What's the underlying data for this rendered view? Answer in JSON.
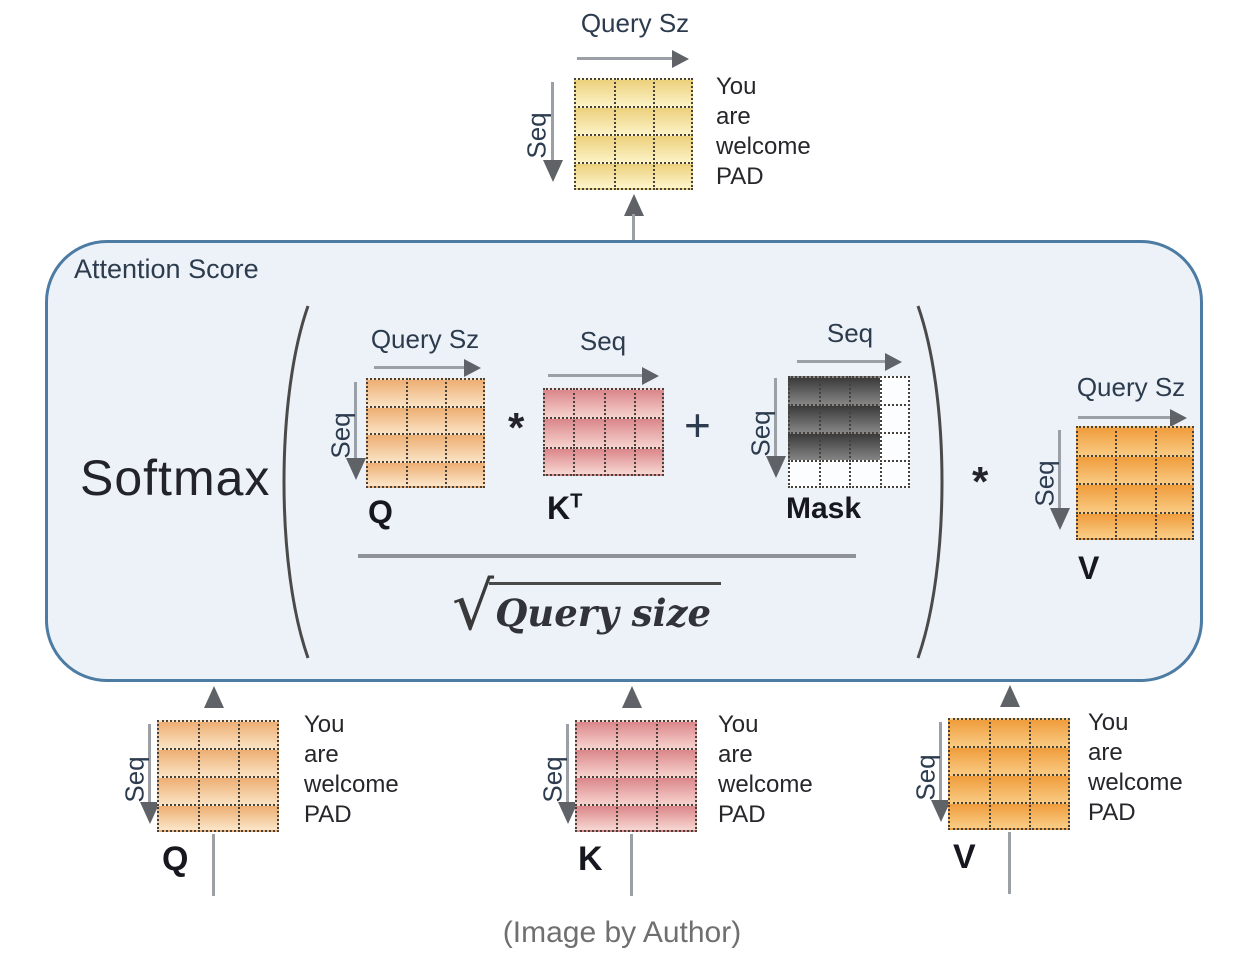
{
  "caption": "(Image by Author)",
  "colors": {
    "box_fill": "#edf2f8",
    "box_border": "#4c7ba3",
    "gold_top": "#ecd07c",
    "gold_bottom": "#fdf5cb",
    "peach_top": "#edae72",
    "peach_bottom": "#fbe6c9",
    "pink_top": "#db868a",
    "pink_bottom": "#f7d7d2",
    "orange_top": "#f09c3c",
    "orange_bottom": "#f9cd86",
    "mask_dark_top": "#3b3b3b",
    "mask_dark_bottom": "#8a8a8a",
    "mask_empty": "#fcfdff"
  },
  "labels": {
    "attention_title": "Attention Score",
    "softmax": "Softmax",
    "query_sz": "Query Sz",
    "seq": "Seq",
    "q": "Q",
    "k": "K",
    "kt_base": "K",
    "kt_sup": "T",
    "mask": "Mask",
    "v": "V",
    "star": "*",
    "plus": "+",
    "radical": "√",
    "denominator": "Query size"
  },
  "words": [
    "You",
    "are",
    "welcome",
    "PAD"
  ],
  "grids": {
    "output": {
      "rows": 4,
      "cols": 3,
      "fill": "gold"
    },
    "q_inner": {
      "rows": 4,
      "cols": 3,
      "fill": "peach"
    },
    "kt_inner": {
      "rows": 3,
      "cols": 4,
      "fill": "pink"
    },
    "mask_inner": {
      "rows": 4,
      "cols": 4,
      "fill": "mask_dark",
      "pattern": [
        "DDD.",
        "DDD.",
        "DDD.",
        "...."
      ]
    },
    "v_inner": {
      "rows": 4,
      "cols": 3,
      "fill": "orange"
    },
    "q_bottom": {
      "rows": 4,
      "cols": 3,
      "fill": "peach"
    },
    "k_bottom": {
      "rows": 4,
      "cols": 3,
      "fill": "pink"
    },
    "v_bottom": {
      "rows": 4,
      "cols": 3,
      "fill": "orange"
    }
  }
}
